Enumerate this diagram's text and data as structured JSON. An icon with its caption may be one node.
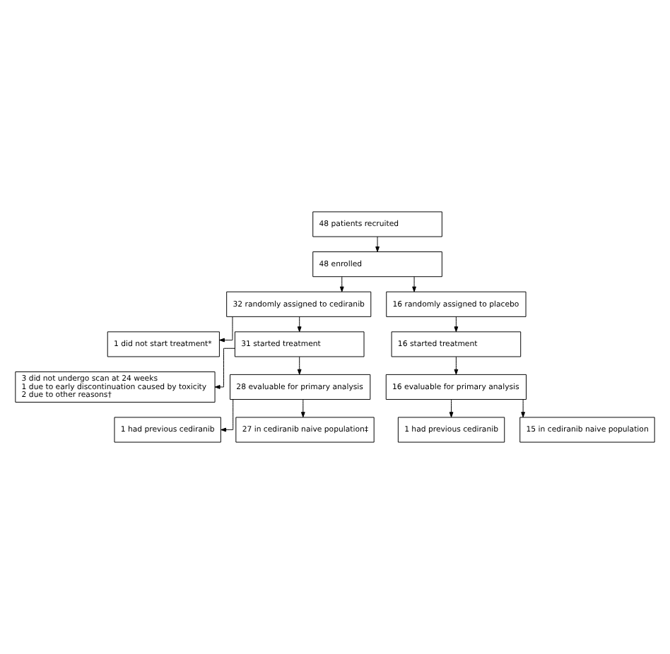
{
  "diagram": {
    "nodes": [
      {
        "text": [
          "48 patients recruited"
        ]
      },
      {
        "text": [
          "48 enrolled"
        ]
      },
      {
        "text": [
          "32 randomly assigned to cediranib"
        ]
      },
      {
        "text": [
          "16 randomly assigned to placebo"
        ]
      },
      {
        "text": [
          "1 did not start treatment*"
        ]
      },
      {
        "text": [
          "31 started treatment"
        ]
      },
      {
        "text": [
          "16 started treatment"
        ]
      },
      {
        "text": [
          "3 did not undergo scan at 24 weeks",
          "1 due to early discontinuation caused by toxicity",
          "2 due to other reasons†"
        ]
      },
      {
        "text": [
          "28 evaluable for primary analysis"
        ]
      },
      {
        "text": [
          "16 evaluable for primary analysis"
        ]
      },
      {
        "text": [
          "1 had previous cediranib"
        ]
      },
      {
        "text": [
          "1 had previous cediranib"
        ]
      },
      {
        "text": [
          "27 in cediranib naive population‡"
        ]
      },
      {
        "text": [
          "15 in cediranib naive population"
        ]
      }
    ],
    "edges": [
      {
        "from": 0,
        "to": 1,
        "arrow": "to"
      },
      {
        "from": 1,
        "to": 2,
        "arrow": "to"
      },
      {
        "from": 1,
        "to": 3,
        "arrow": "to"
      },
      {
        "from": 2,
        "to": 4,
        "arrow": "to"
      },
      {
        "from": 2,
        "to": 5,
        "arrow": "to"
      },
      {
        "from": 3,
        "to": 6,
        "arrow": "to"
      },
      {
        "from": 5,
        "to": 7,
        "arrow": "to"
      },
      {
        "from": 5,
        "to": 8,
        "arrow": "to"
      },
      {
        "from": 6,
        "to": 9,
        "arrow": "to"
      },
      {
        "from": 8,
        "to": 10,
        "arrow": "to"
      },
      {
        "from": 8,
        "to": 12,
        "arrow": "to"
      },
      {
        "from": 9,
        "to": 11,
        "arrow": "to"
      },
      {
        "from": 9,
        "to": 13,
        "arrow": "to"
      }
    ]
  }
}
